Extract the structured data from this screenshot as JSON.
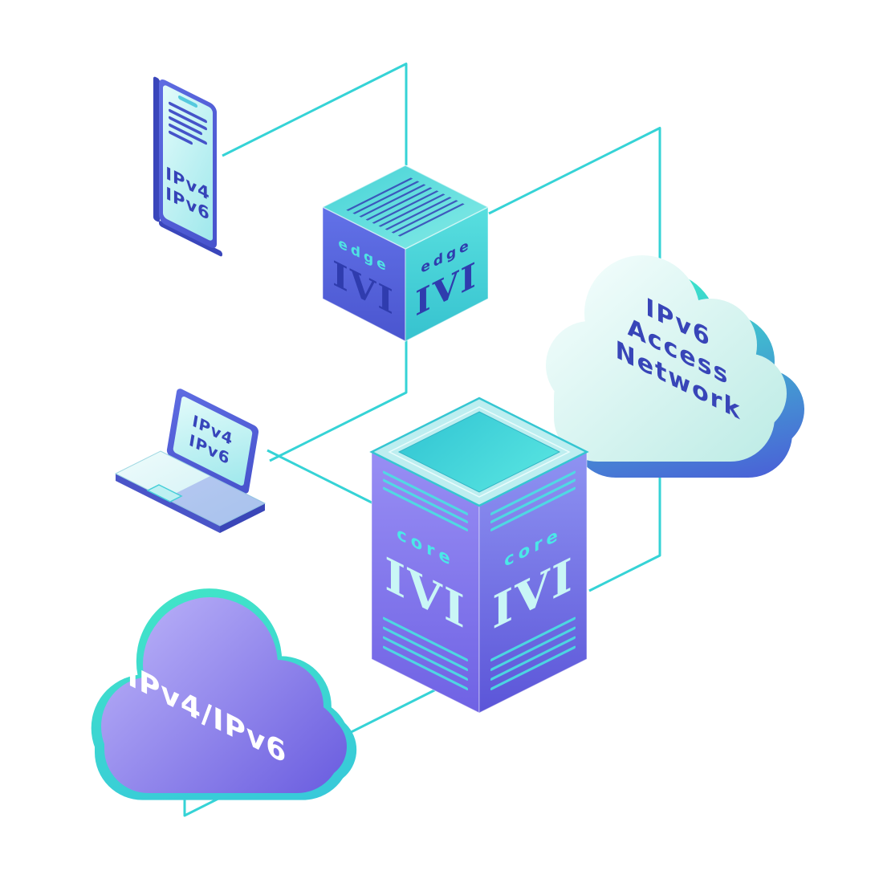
{
  "diagram": {
    "type": "isometric-network-diagram",
    "phone": {
      "line1": "IPv4",
      "line2": "IPv6"
    },
    "laptop": {
      "line1": "IPv4",
      "line2": "IPv6"
    },
    "edge_router": {
      "name": "edge",
      "tech": "IVI"
    },
    "core_router": {
      "name": "core",
      "tech": "IVI"
    },
    "access_cloud": {
      "line1": "IPv6",
      "line2": "Access",
      "line3": "Network"
    },
    "dual_stack_cloud": {
      "label": "IPv4/IPv6"
    },
    "colors": {
      "connector": "#35d3d6",
      "teal": "#3fd9d6",
      "indigo": "#4752cc",
      "navy": "#3643b8",
      "core_purple": "#7c6fe8",
      "cloud_mint": "#def7f4",
      "cloud_purple": "#8d82ec"
    }
  }
}
